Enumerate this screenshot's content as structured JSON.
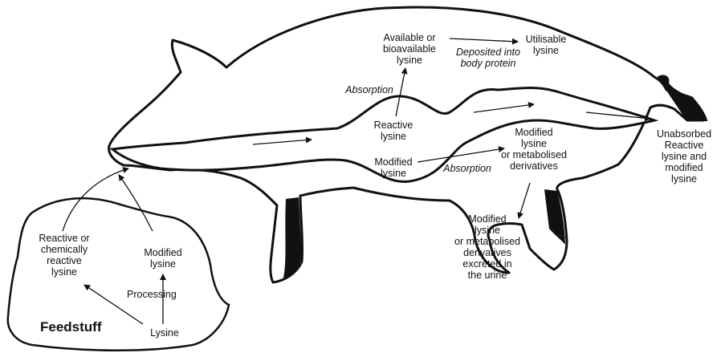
{
  "labels": {
    "available": "Available or\nbioavailable\nlysine",
    "utilisable": "Utilisable\nlysine",
    "deposited": "Deposited into\nbody protein",
    "absorption_upper": "Absorption",
    "reactive_gut": "Reactive\nlysine",
    "modified_gut": "Modified\nlysine",
    "absorption_lower": "Absorption",
    "modified_derivatives": "Modified\nlysine\nor metabolised\nderivatives",
    "excreted": "Modified\nlysine\nor metabolised\nderivatives\nexcreted in\nthe urine",
    "unabsorbed": "Unabsorbed\nReactive\nlysine and\nmodified\nlysine",
    "reactive_feed": "Reactive or\nchemically\nreactive\nlysine",
    "modified_feed": "Modified\nlysine",
    "processing": "Processing",
    "feedstuff": "Feedstuff",
    "lysine": "Lysine"
  },
  "colors": {
    "ink": "#111111",
    "background": "#ffffff"
  }
}
